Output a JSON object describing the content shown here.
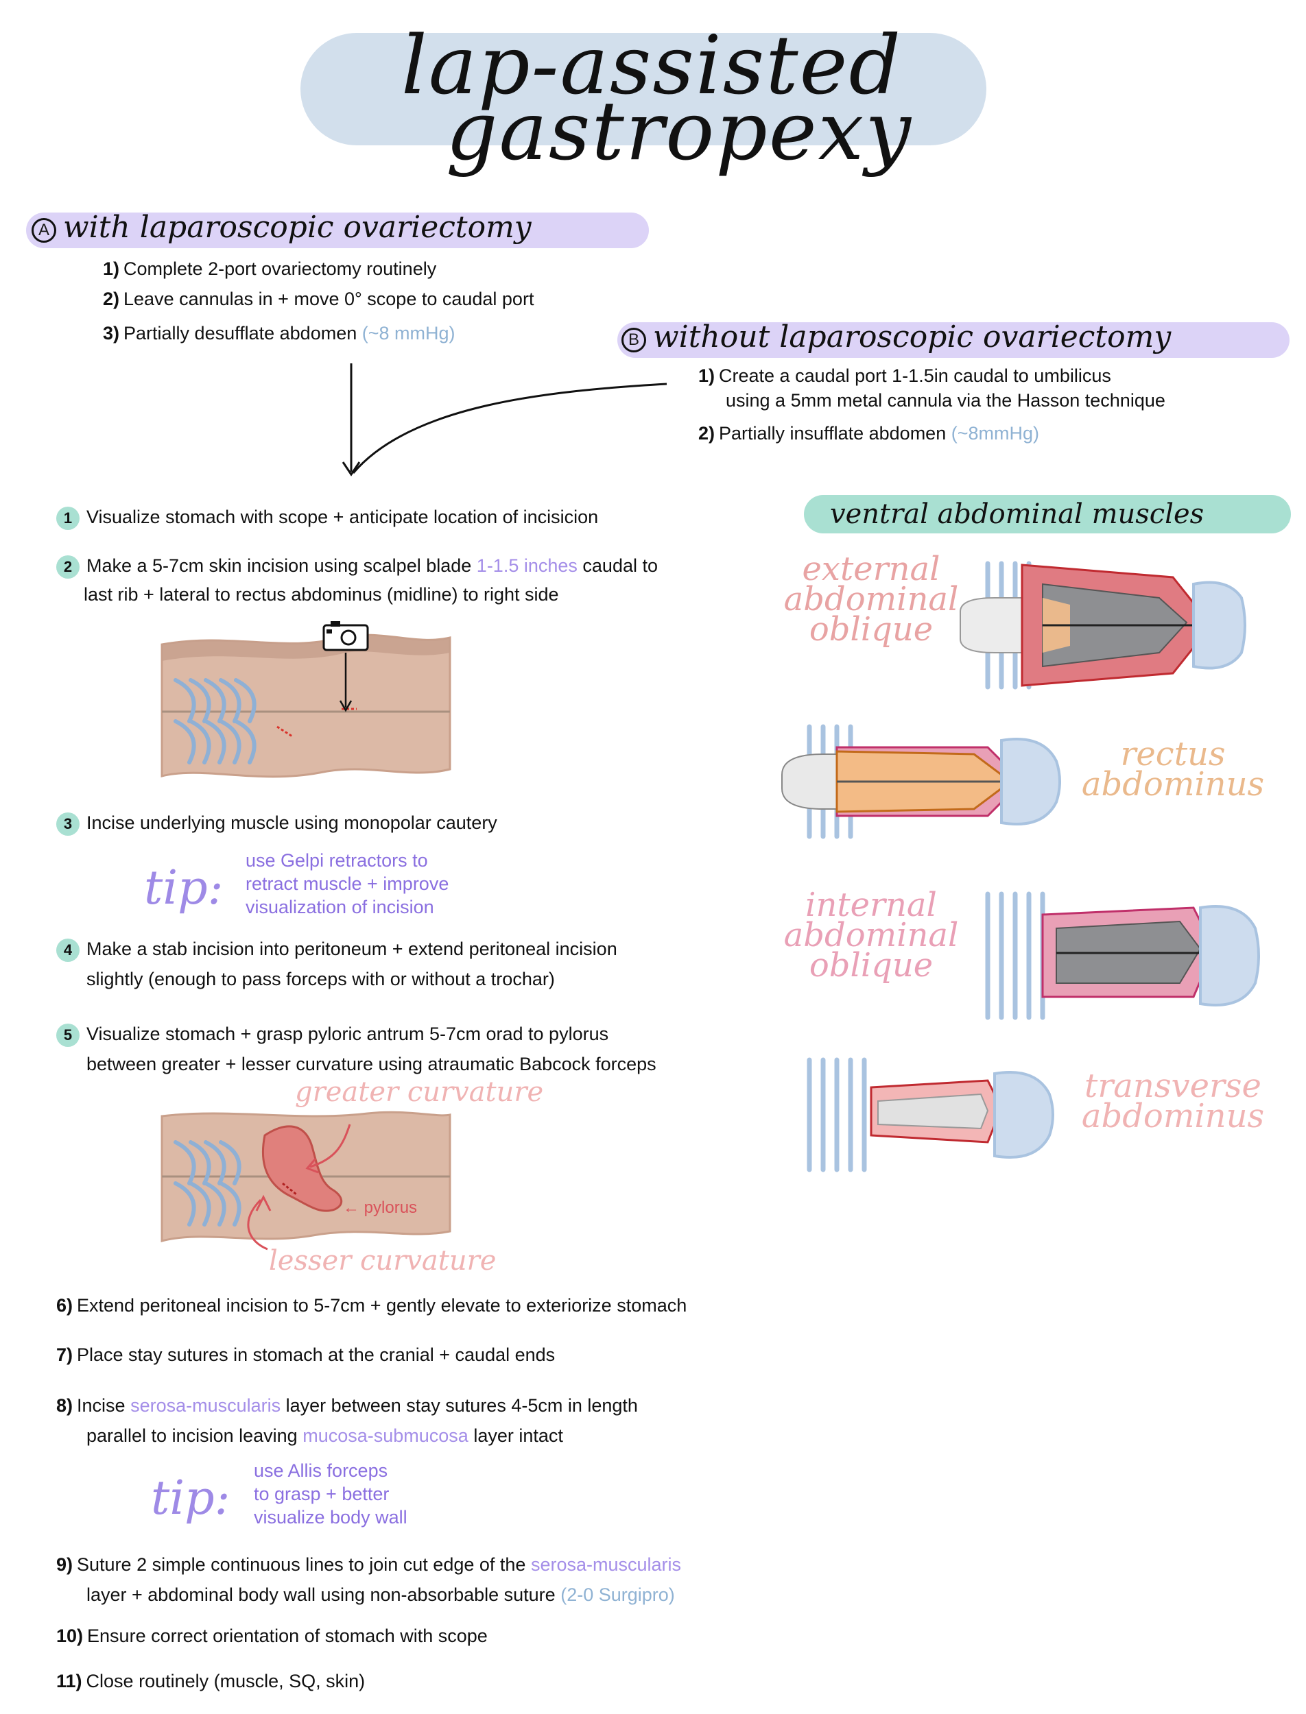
{
  "title": {
    "line1": "lap-assisted",
    "line2": "gastropexy"
  },
  "section_a": {
    "letter": "A",
    "heading": "with laparoscopic ovariectomy",
    "steps": [
      {
        "num": "1)",
        "text": "Complete 2-port ovariectomy routinely"
      },
      {
        "num": "2)",
        "text": "Leave cannulas in + move 0° scope to caudal port"
      },
      {
        "num": "3)",
        "text": "Partially desufflate abdomen",
        "note": "(~8 mmHg)"
      }
    ]
  },
  "section_b": {
    "letter": "B",
    "heading": "without laparoscopic ovariectomy",
    "steps": [
      {
        "num": "1)",
        "line1": "Create a caudal port 1-1.5in caudal to umbilicus",
        "line2": "using a 5mm metal cannula via the Hasson technique"
      },
      {
        "num": "2)",
        "text": "Partially insufflate abdomen",
        "note": "(~8mmHg)"
      }
    ]
  },
  "steps": {
    "s1": {
      "num": "1",
      "text": "Visualize stomach with scope + anticipate location of incisicion"
    },
    "s2": {
      "num": "2",
      "pre": "Make a 5-7cm skin incision using scalpel blade",
      "note": "1-1.5 inches",
      "post": "caudal to",
      "line2": "last rib + lateral to rectus abdominus (midline) to right side"
    },
    "s3": {
      "num": "3",
      "text": "Incise underlying muscle using monopolar cautery"
    },
    "tip1": {
      "word": "tip",
      "line1": "use Gelpi retractors to",
      "line2": "retract muscle + improve",
      "line3": "visualization of incision"
    },
    "s4": {
      "num": "4",
      "line1": "Make a stab incision into peritoneum + extend peritoneal incision",
      "line2": "slightly (enough to pass forceps with or without a trochar)"
    },
    "s5": {
      "num": "5",
      "line1": "Visualize stomach + grasp pyloric antrum 5-7cm orad to pylorus",
      "line2": "between greater + lesser curvature using atraumatic Babcock forceps"
    },
    "s6": {
      "num": "6)",
      "text": "Extend peritoneal incision to 5-7cm + gently elevate to exteriorize stomach"
    },
    "s7": {
      "num": "7)",
      "text": "Place stay sutures in stomach at the cranial + caudal ends"
    },
    "s8": {
      "num": "8)",
      "pre": "Incise",
      "hl1": "serosa-muscularis",
      "mid": "layer between stay sutures 4-5cm in length",
      "line2pre": "parallel to incision leaving",
      "hl2": "mucosa-submucosa",
      "line2post": "layer intact"
    },
    "tip2": {
      "word": "tip",
      "line1": "use Allis forceps",
      "line2": "to grasp + better",
      "line3": "visualize body wall"
    },
    "s9": {
      "num": "9)",
      "pre": "Suture 2 simple continuous lines to join cut edge of the",
      "hl1": "serosa-muscularis",
      "line2": "layer + abdominal body wall using non-absorbable suture",
      "note": "(2-0 Surgipro)"
    },
    "s10": {
      "num": "10)",
      "text": "Ensure correct orientation of stomach with scope"
    },
    "s11": {
      "num": "11)",
      "text": "Close routinely (muscle, SQ, skin)"
    }
  },
  "figure_stomach": {
    "greater": "greater curvature",
    "lesser": "lesser curvature",
    "pylorus": "pylorus"
  },
  "muscles": {
    "heading": "ventral abdominal muscles",
    "external": {
      "l1": "external",
      "l2": "abdominal",
      "l3": "oblique",
      "color": "#e8a3a3"
    },
    "rectus": {
      "l1": "rectus",
      "l2": "abdominus",
      "color": "#eab98c"
    },
    "internal": {
      "l1": "internal",
      "l2": "abdominal",
      "l3": "oblique",
      "color": "#e9a0b6"
    },
    "transverse": {
      "l1": "transverse",
      "l2": "abdominus",
      "color": "#f0b3b3"
    }
  },
  "colors": {
    "title_bg": "#d2dfec",
    "section_bg": "#dcd3f7",
    "muscle_header_bg": "#a9e0d2",
    "badge": "#a9e0d2",
    "note_blue": "#8fb2d3",
    "note_purple": "#a48ee8"
  }
}
